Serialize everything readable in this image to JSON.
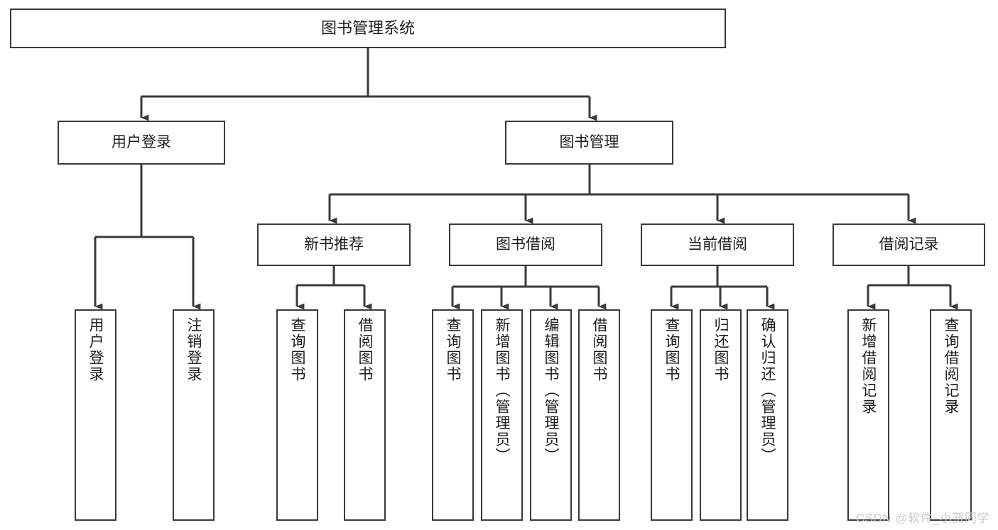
{
  "diagram": {
    "title": "图书管理系统",
    "type": "tree",
    "watermark": "CSDN @软件_小贺同学",
    "colors": {
      "box_border": "#3a3a3a",
      "box_fill": "#ffffff",
      "edge": "#3a3a3a",
      "text": "#1d1d1d",
      "watermark": "#c9c9c9",
      "background": "#ffffff"
    },
    "nodes": {
      "root": {
        "label": "图书管理系统"
      },
      "level2": [
        {
          "id": "user-login",
          "label": "用户登录"
        },
        {
          "id": "book-manage",
          "label": "图书管理"
        }
      ],
      "level3": [
        {
          "id": "new-book-recommend",
          "label": "新书推荐"
        },
        {
          "id": "book-borrow",
          "label": "图书借阅"
        },
        {
          "id": "current-borrow",
          "label": "当前借阅"
        },
        {
          "id": "borrow-record",
          "label": "借阅记录"
        }
      ],
      "leaves": {
        "user-login": [
          {
            "id": "leaf-user-login",
            "label": "用户登录"
          },
          {
            "id": "leaf-logout-login",
            "label": "注销登录"
          }
        ],
        "new-book-recommend": [
          {
            "id": "leaf-query-book-1",
            "label": "查询图书"
          },
          {
            "id": "leaf-borrow-book-1",
            "label": "借阅图书"
          }
        ],
        "book-borrow": [
          {
            "id": "leaf-query-book-2",
            "label": "查询图书"
          },
          {
            "id": "leaf-add-book",
            "label": "新增图书（管理员）"
          },
          {
            "id": "leaf-edit-book",
            "label": "编辑图书（管理员）"
          },
          {
            "id": "leaf-borrow-book-2",
            "label": "借阅图书"
          }
        ],
        "current-borrow": [
          {
            "id": "leaf-query-book-3",
            "label": "查询图书"
          },
          {
            "id": "leaf-return-book",
            "label": "归还图书"
          },
          {
            "id": "leaf-confirm-return",
            "label": "确认归还（管理员）"
          }
        ],
        "borrow-record": [
          {
            "id": "leaf-add-record",
            "label": "新增借阅记录"
          },
          {
            "id": "leaf-query-record",
            "label": "查询借阅记录"
          }
        ]
      }
    }
  }
}
